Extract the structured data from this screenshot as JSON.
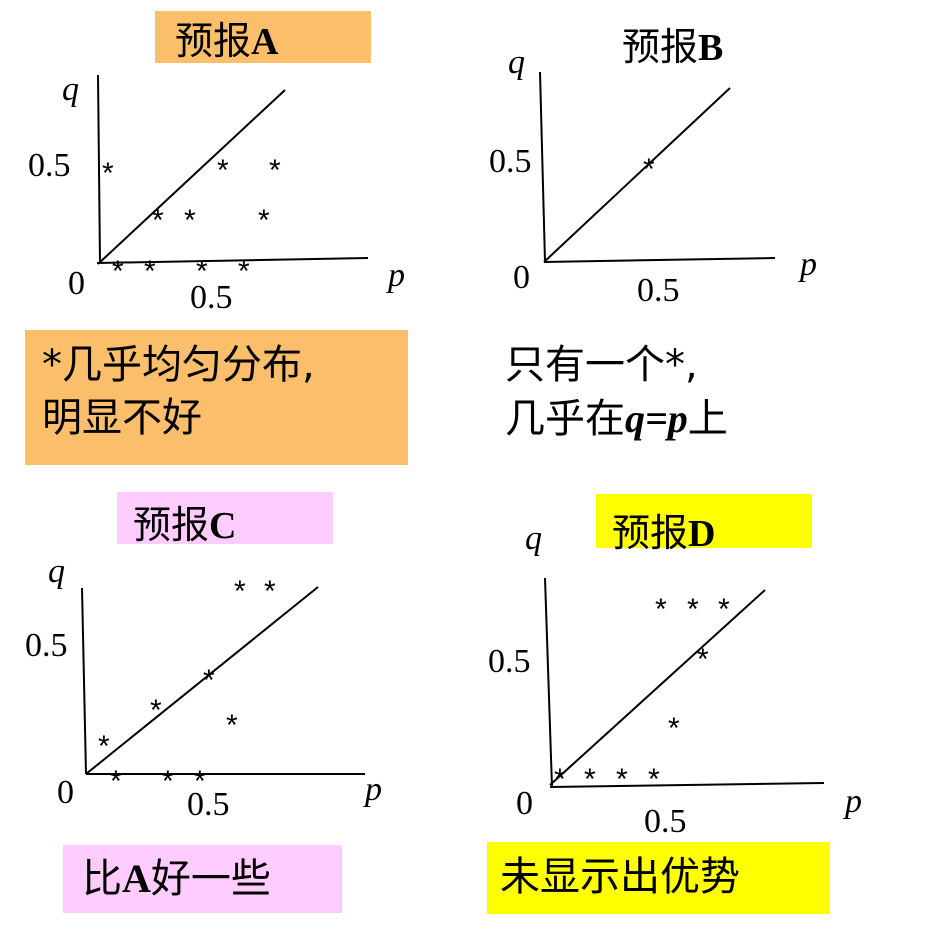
{
  "colors": {
    "orange": "#fbbf6b",
    "pink": "#ffccff",
    "yellow": "#ffff00"
  },
  "panels": {
    "A": {
      "title_prefix": "预报",
      "title_letter": "A",
      "axis": {
        "y": "q",
        "x": "p",
        "origin": "0",
        "x_tick": "0.5",
        "y_tick": "0.5"
      },
      "star": "*",
      "note_lines": [
        "*几乎均匀分布,",
        "明显不好"
      ]
    },
    "B": {
      "title_prefix": "预报",
      "title_letter": "B",
      "axis": {
        "y": "q",
        "x": "p",
        "origin": "0",
        "x_tick": "0.5",
        "y_tick": "0.5"
      },
      "star": "*",
      "note_line1": "只有一个*,",
      "note_line2_prefix": "几乎在",
      "note_line2_eq": "q=p",
      "note_line2_suffix": "上"
    },
    "C": {
      "title_prefix": "预报",
      "title_letter": "C",
      "axis": {
        "y": "q",
        "x": "p",
        "origin": "0",
        "x_tick": "0.5",
        "y_tick": "0.5"
      },
      "star": "*",
      "note_prefix": "比",
      "note_letter": "A",
      "note_suffix": "好一些"
    },
    "D": {
      "title_prefix": "预报",
      "title_letter": "D",
      "axis": {
        "y": "q",
        "x": "p",
        "origin": "0",
        "x_tick": "0.5",
        "y_tick": "0.5"
      },
      "star": "*",
      "note": "未显示出优势"
    }
  }
}
